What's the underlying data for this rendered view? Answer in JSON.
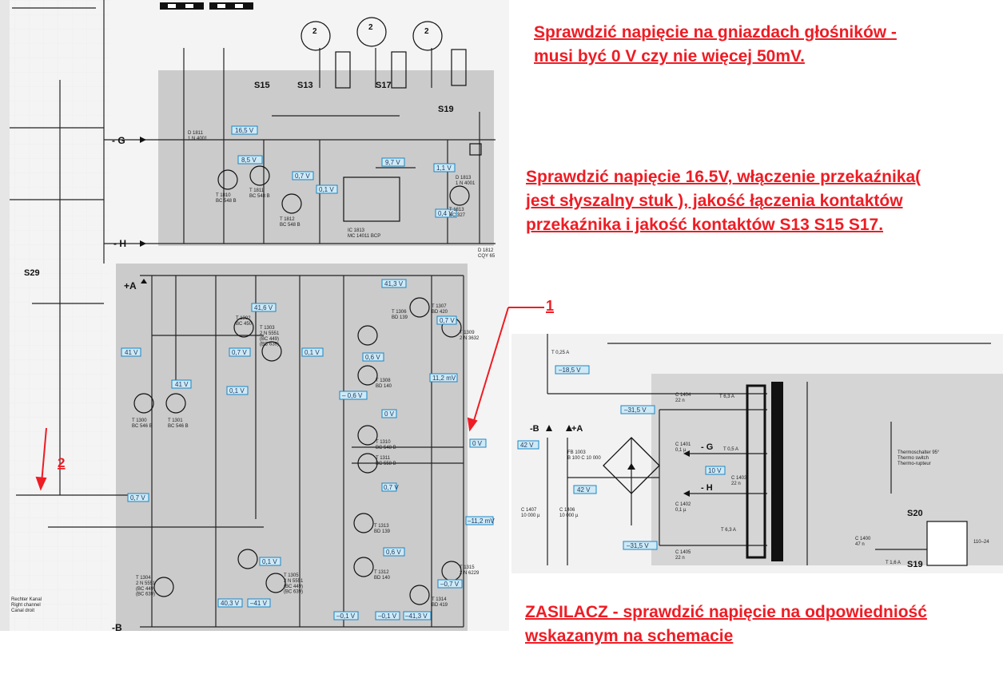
{
  "notes": {
    "speaker": {
      "line1": "Sprawdzić napięcie na gniazdach głośników -",
      "line2": "musi być 0 V czy nie więcej 50mV."
    },
    "relay": {
      "line1": "Sprawdzić napięcie 16.5V, włączenie przekaźnika(",
      "line2": "jest słyszalny stuk ), jakość łączenia kontaktów",
      "line3": "przekaźnika i jakość kontaktów S13 S15 S17."
    },
    "psu": {
      "line1": "ZASILACZ - sprawdzić napięcie na odpowiedniość",
      "line2": "wskazanym na schemacie"
    }
  },
  "markers": {
    "m1": "1",
    "m2": "2"
  },
  "main_schematic": {
    "rails": {
      "g": "- G",
      "h": "- H",
      "plus_a": "+A",
      "minus_b": "-B"
    },
    "switches": {
      "s15": "S15",
      "s13": "S13",
      "s17": "S17",
      "s19": "S19",
      "s29": "S29"
    },
    "voltages": {
      "v_16_5": "16,5 V",
      "v_8_5": "8,5 V",
      "v_0_7a": "0,7 V",
      "v_0_1a": "0,1 V",
      "v_9_7": "9,7 V",
      "v_1_1": "1,1 V",
      "v_0_4": "0,4 V",
      "v_41_6": "41,6 V",
      "v_41_3_top": "41,3 V",
      "v_41_left": "41 V",
      "v_41_mid": "41 V",
      "v_0_7b": "0,7 V",
      "v_0_1b": "0,1 V",
      "v_0_1c": "0,1 V",
      "v_0_7c": "0,7 V",
      "v_0_6": "0,6 V",
      "v_m0_6": "– 0,6 V",
      "v_11_2": "11,2 mV",
      "v_0v_a": "0 V",
      "v_0v_b": "0 V",
      "v_m11_2": "–11,2 mV",
      "v_0_7d": "0,7 V",
      "v_m0_7": "–0,7 V",
      "v_0_6b": "0,6 V",
      "v_0_1d": "0,1 V",
      "v_40_3": "40,3 V",
      "v_m41": "–41 V",
      "v_m0_1a": "–0,1 V",
      "v_m0_1b": "–0,1 V",
      "v_m41_3": "–41,3 V",
      "v_0_7e": "0,7 V"
    },
    "parts": {
      "t1810": "T 1810\nBC 548 B",
      "t1811": "T 1811\nBC 548 B",
      "t1812": "T 1812\nBC 548 B",
      "t1813": "T 1813\nBC 327",
      "ic1813": "IC 1813\nMC 14011 BCP",
      "d1811": "D 1811\n1 N 4001",
      "d1813": "D 1813\n1 N 4001",
      "d1812": "D 1812\nCQY 65",
      "t1300": "T 1300\nBC 546 B",
      "t1301": "T 1301\nBC 546 B",
      "t1302": "T 1302\nBC 450",
      "t1303": "T 1303\n2 N 5551\n(BC 449)\n(BC 639)",
      "t1304": "T 1304\n2 N 5551\n(BC 449)\n(BC 639)",
      "t1305": "T 1305\n2 N 5551\n(BC 449)\n(BC 639)",
      "t1306": "T 1306\nBD 139",
      "t1308": "T 1308\nBD 140",
      "t1307": "T 1307\nBD 420",
      "t1309": "T 1309\n2 N 3632",
      "t1310": "T 1310\nBC 548 B",
      "t1311": "T 1311\nBC 558 B",
      "t1312": "T 1312\nBD 140",
      "t1313": "T 1313\nBD 139",
      "t1314": "T 1314\nBD 419",
      "t1315": "T 1315\n2 N 6229",
      "channel": "Rechter Kanal\nRight channel\nCanal droit"
    }
  },
  "psu_schematic": {
    "rails": {
      "minus_b": "-B",
      "plus_a": "+A",
      "g": "- G",
      "h": "- H"
    },
    "switches": {
      "s20": "S20",
      "s19": "S19"
    },
    "voltages": {
      "v_18_5": "–18,5 V",
      "v_31_5a": "–31,5 V",
      "v_31_5b": "–31,5 V",
      "v_42a": "42 V",
      "v_42b": "42 V",
      "v_10": "10 V"
    },
    "parts": {
      "fuse_top": "T 0,25 A",
      "fuse_1": "T 6,3 A",
      "fuse_2": "T 0,5 A",
      "fuse_3": "T 6,3 A",
      "fuse_main": "T 1,6 A",
      "fb1003": "FB 1003\nB 100 C 10 000",
      "c1404": "C 1404\n22 n",
      "c1401": "C 1401\n0,1 µ",
      "c1403": "C 1403\n22 n",
      "c1402": "C 1402\n0,1 µ",
      "c1405": "C 1405\n22 n",
      "c1400": "C 1400\n47 n",
      "c1407": "C 1407\n10 000 µ",
      "c1406": "C 1406\n10 000 µ",
      "thermo": "Thermoschalter 95°\nThermo switch\nThermo-rupteur",
      "mains": "110–24"
    }
  },
  "colors": {
    "note_red": "#ee1c24",
    "label_blue": "#1a86c6",
    "label_fill": "#cfe9f5",
    "shade": "#c9c9c9"
  }
}
